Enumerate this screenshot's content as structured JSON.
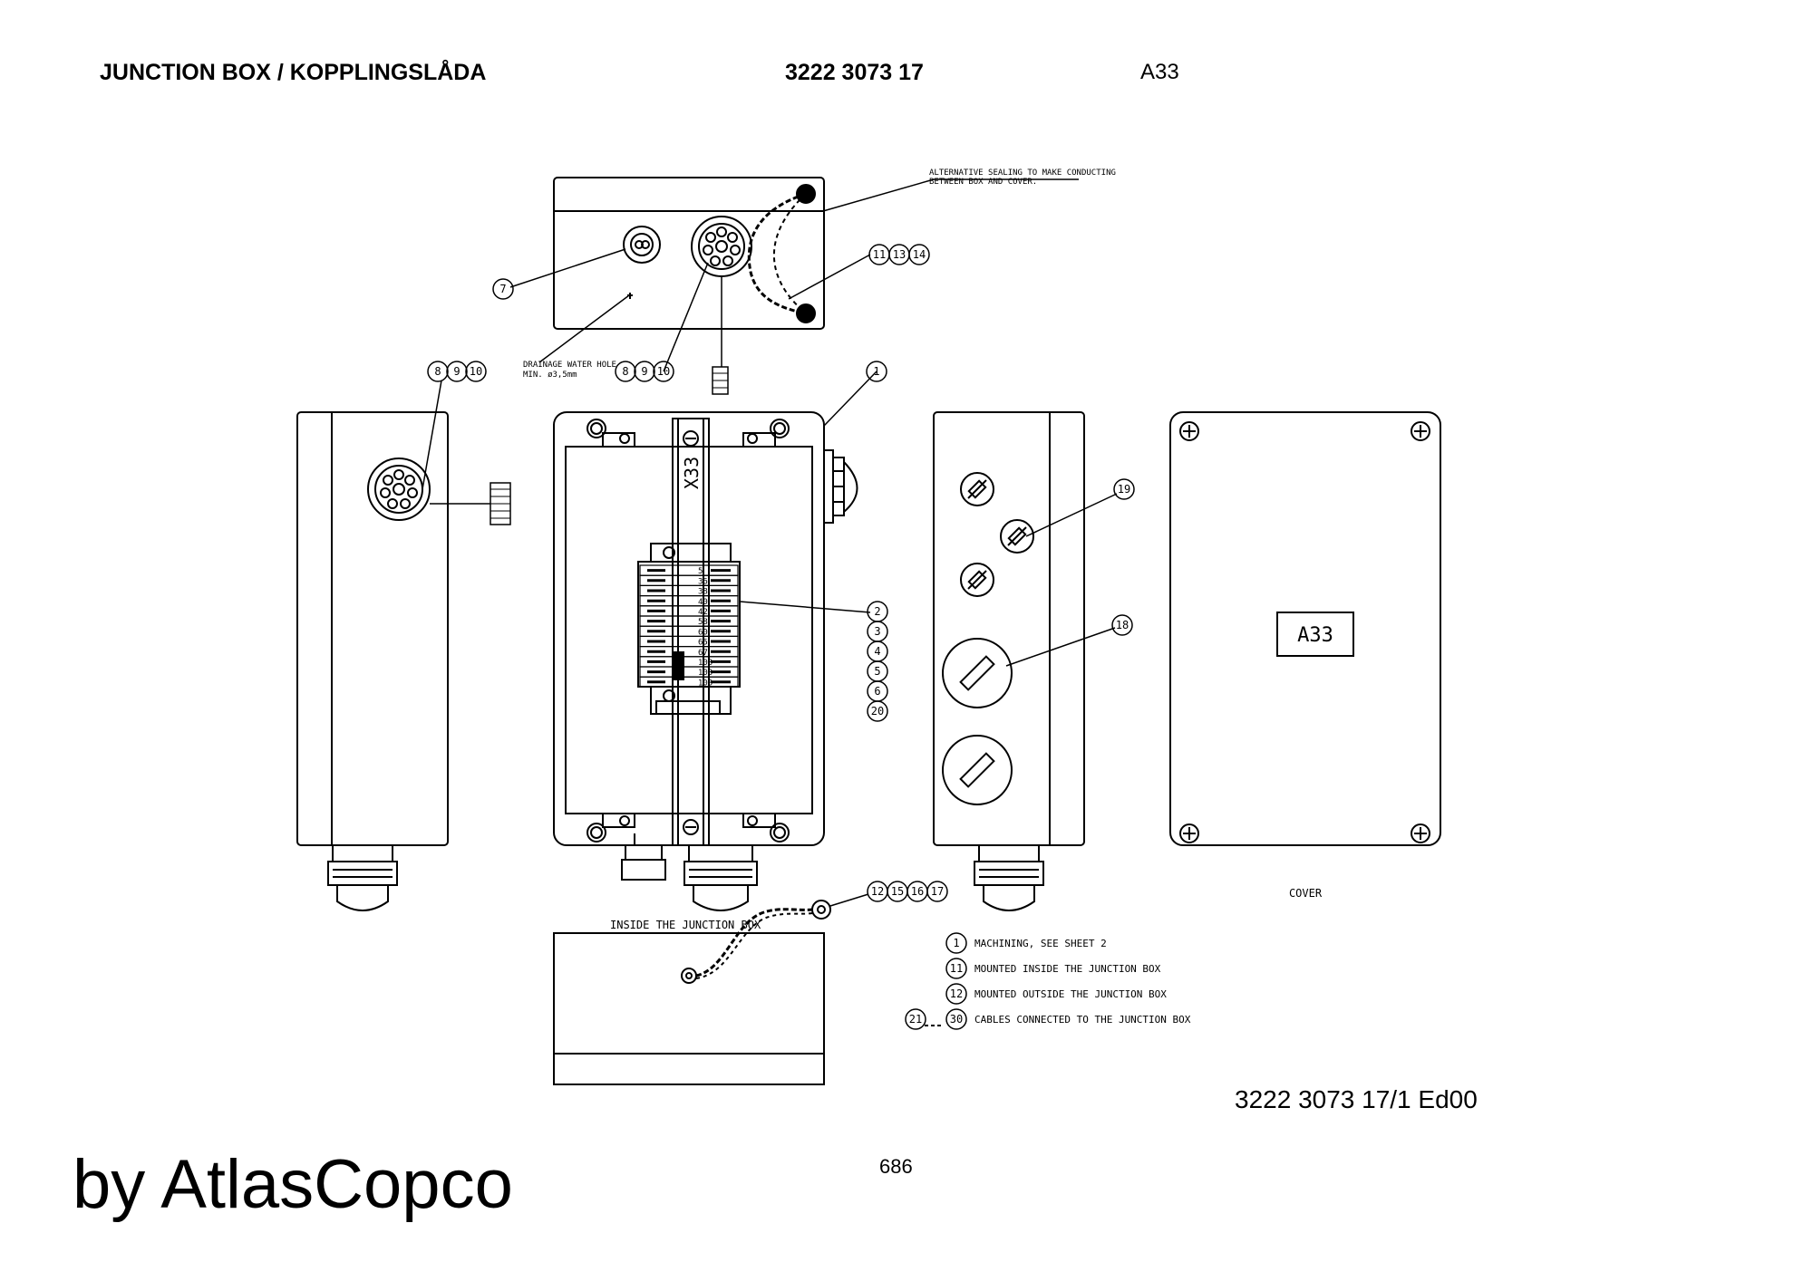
{
  "header": {
    "title": "JUNCTION BOX / KOPPLINGSLÅDA",
    "part_number": "3222 3073 17",
    "code": "A33"
  },
  "drawing": {
    "note_sealing_1": "ALTERNATIVE SEALING TO MAKE CONDUCTING",
    "note_sealing_2": "BETWEEN BOX AND COVER.",
    "note_drainage_1": "DRAINAGE WATER HOLE",
    "note_drainage_2": "MIN. ø3,5mm",
    "terminal_label": "X33",
    "terminal_numbers": [
      "5",
      "36",
      "38",
      "40",
      "42",
      "58",
      "60",
      "65",
      "67",
      "100",
      "100",
      "100"
    ],
    "cover_label": "A33",
    "cover_caption": "COVER",
    "inside_caption": "INSIDE THE JUNCTION BOX",
    "callouts": {
      "c1": "1",
      "c2": "2",
      "c3": "3",
      "c4": "4",
      "c5": "5",
      "c6": "6",
      "c7": "7",
      "c8": "8",
      "c9": "9",
      "c10": "10",
      "c11": "11",
      "c12": "12",
      "c13": "13",
      "c14": "14",
      "c15": "15",
      "c16": "16",
      "c17": "17",
      "c18": "18",
      "c19": "19",
      "c20": "20",
      "c21": "21",
      "c30": "30"
    },
    "legend": [
      {
        "num": "1",
        "text": "MACHINING, SEE SHEET 2"
      },
      {
        "num": "11",
        "text": "MOUNTED INSIDE THE JUNCTION BOX"
      },
      {
        "num": "12",
        "text": "MOUNTED OUTSIDE THE JUNCTION BOX"
      },
      {
        "num_from": "21",
        "num_to": "30",
        "text": "CABLES CONNECTED TO THE JUNCTION BOX"
      }
    ]
  },
  "footer": {
    "drawing_number": "3222 3073 17/1  Ed00",
    "page": "686",
    "brand": "by AtlasCopco"
  }
}
